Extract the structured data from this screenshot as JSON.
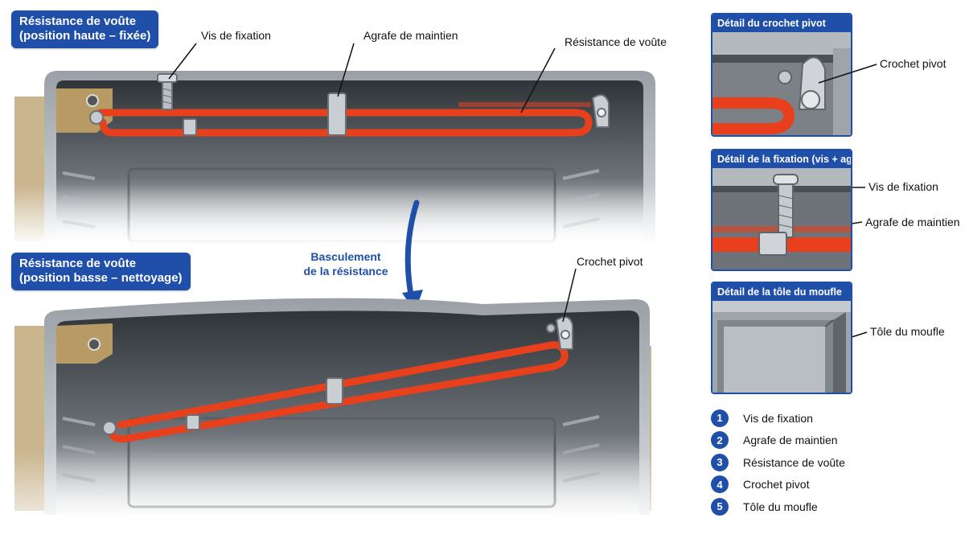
{
  "panel_top": {
    "title_line1": "Résistance de voûte",
    "title_line2": "(position haute – fixée)",
    "callouts": {
      "screw": "Vis de fixation",
      "clip": "Agrafe de maintien",
      "element": "Résistance de voûte"
    }
  },
  "panel_bottom": {
    "title_line1": "Résistance de voûte",
    "title_line2": "(position basse – nettoyage)",
    "callouts": {
      "hook": "Crochet pivot"
    }
  },
  "tilt_label": {
    "line1": "Basculement",
    "line2": "de la résistance"
  },
  "details": [
    {
      "title": "Détail du crochet pivot",
      "labels": [
        "Crochet pivot"
      ]
    },
    {
      "title": "Détail de la fixation (vis + agrafe)",
      "labels": [
        "Vis de fixation",
        "Agrafe de maintien"
      ]
    },
    {
      "title": "Détail de la tôle du moufle",
      "labels": [
        "Tôle du moufle"
      ]
    }
  ],
  "legend": [
    {
      "num": "1",
      "label": "Vis de fixation"
    },
    {
      "num": "2",
      "label": "Agrafe de maintien"
    },
    {
      "num": "3",
      "label": "Résistance de voûte"
    },
    {
      "num": "4",
      "label": "Crochet pivot"
    },
    {
      "num": "5",
      "label": "Tôle du moufle"
    }
  ],
  "colors": {
    "accent": "#1f4fa8",
    "heating_element": "#e8401c",
    "steel": "#8f959b",
    "cavity": "#3c4146"
  }
}
